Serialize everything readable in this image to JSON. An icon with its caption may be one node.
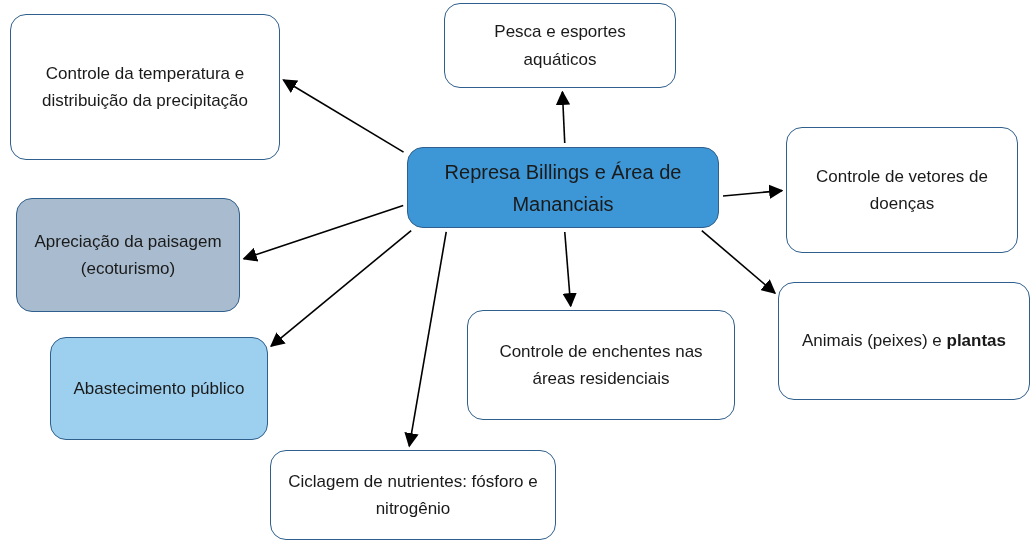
{
  "diagram": {
    "nodes": [
      {
        "text": [
          "Represa Billings e Área de Mananciais"
        ]
      },
      {
        "text": [
          "Controle da temperatura e distribuição da precipitação"
        ]
      },
      {
        "text": [
          "Pesca e esportes aquáticos"
        ]
      },
      {
        "text": [
          "Controle de vetores de doenças"
        ]
      },
      {
        "text": [
          "Apreciação da paisagem (ecoturismo)"
        ]
      },
      {
        "text": [
          "Abastecimento público"
        ]
      },
      {
        "text": [
          "Controle de enchentes nas áreas residenciais"
        ]
      },
      {
        "text": [
          "Animais (peixes) e **plantas**"
        ]
      },
      {
        "text": [
          "Ciclagem de nutrientes: fósforo e nitrogênio"
        ]
      }
    ],
    "edges": [
      {
        "from": 0,
        "to": 1,
        "arrow": "to"
      },
      {
        "from": 0,
        "to": 2,
        "arrow": "to"
      },
      {
        "from": 0,
        "to": 3,
        "arrow": "to"
      },
      {
        "from": 0,
        "to": 4,
        "arrow": "to"
      },
      {
        "from": 0,
        "to": 5,
        "arrow": "to"
      },
      {
        "from": 0,
        "to": 8,
        "arrow": "to"
      },
      {
        "from": 0,
        "to": 6,
        "arrow": "to"
      },
      {
        "from": 0,
        "to": 7,
        "arrow": "to"
      }
    ]
  }
}
